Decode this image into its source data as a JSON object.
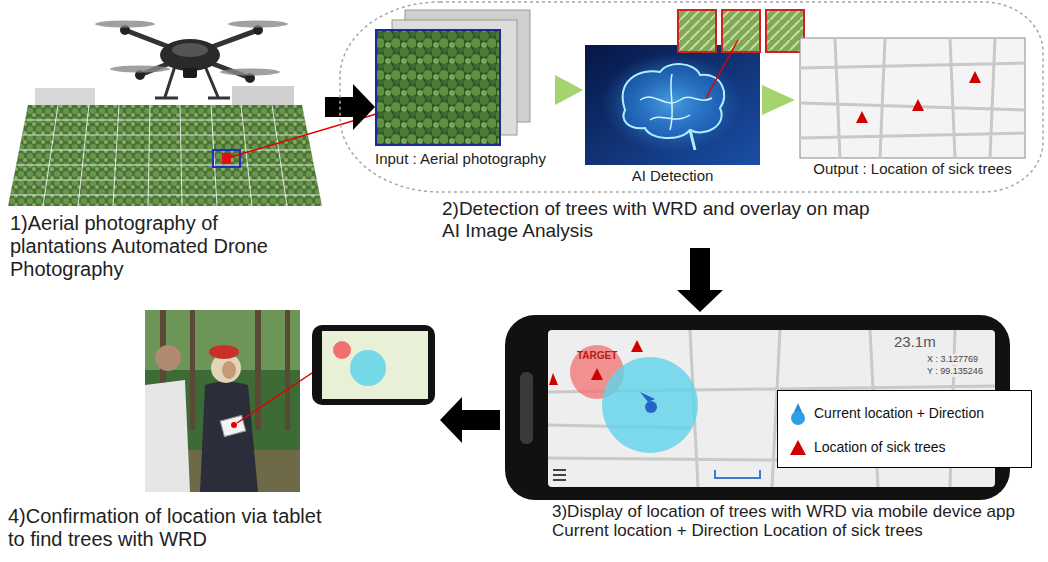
{
  "diagram": {
    "nodes": [
      {
        "text": [
          "1)Aerial photography of plantations Automated Drone Photography"
        ]
      },
      {
        "text": [
          "2)Detection of trees with WRD and overlay on map AI Image Analysis"
        ]
      },
      {
        "text": [
          "Input : Aerial photography"
        ],
        "in": 1
      },
      {
        "text": [
          "AI Detection"
        ],
        "in": 1
      },
      {
        "text": [
          "Output : Location of sick trees"
        ],
        "in": 1
      },
      {
        "text": [
          "3)Display of location of trees with WRD via mobile device app Current location + Direction Location of sick trees"
        ]
      },
      {
        "text": [
          "4)Confirmation of location via tablet to find trees with WRD"
        ]
      }
    ],
    "edges": [
      {
        "from": 0,
        "to": 2,
        "arrow": "to"
      },
      {
        "from": 2,
        "to": 3,
        "arrow": "to"
      },
      {
        "from": 3,
        "to": 4,
        "arrow": "to"
      },
      {
        "from": 1,
        "to": 5,
        "arrow": "to"
      },
      {
        "from": 5,
        "to": 6,
        "arrow": "to"
      }
    ],
    "labels": [
      "TARGET",
      "23.1m",
      "X : 3.127769",
      "Y : 99.135246"
    ],
    "legend": [
      {
        "text": "Current location + Direction"
      },
      {
        "text": "Location of sick trees"
      }
    ]
  }
}
